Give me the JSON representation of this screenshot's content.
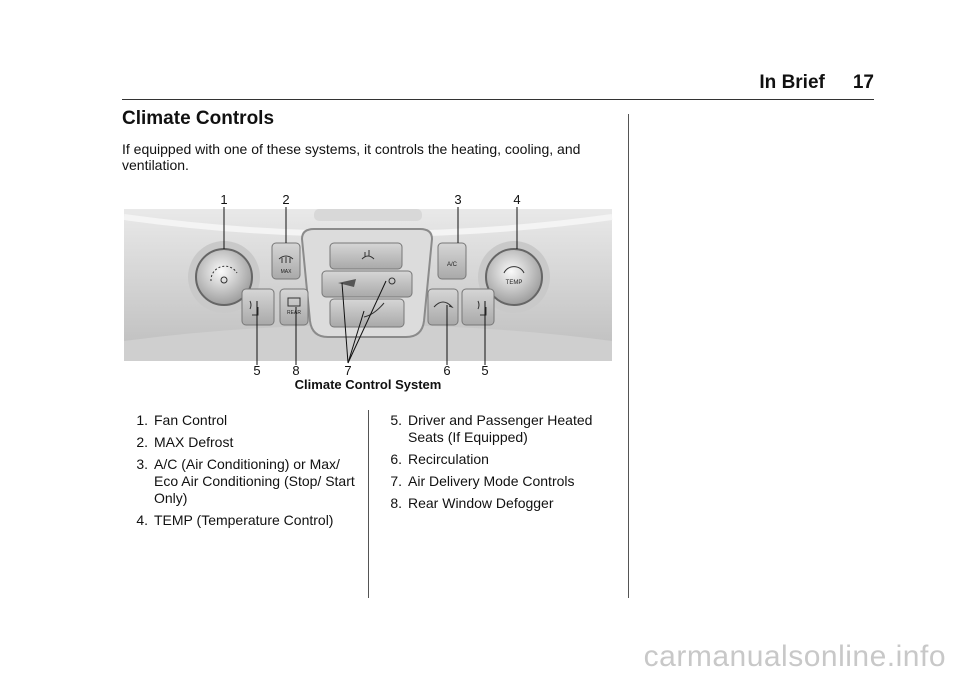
{
  "header": {
    "section": "In Brief",
    "page_number": "17"
  },
  "title": "Climate Controls",
  "intro": "If equipped with one of these systems, it controls the heating, cooling, and ventilation.",
  "figure": {
    "caption": "Climate Control System",
    "callouts_top": [
      "1",
      "2",
      "3",
      "4"
    ],
    "callouts_bottom": [
      "5",
      "8",
      "7",
      "6",
      "5"
    ],
    "button_labels": {
      "max": "MAX",
      "rear": "REAR",
      "ac": "A/C",
      "temp": "TEMP"
    },
    "icons": [
      "fan-icon",
      "max-defrost-icon",
      "rear-defog-icon",
      "heated-seat-icon",
      "windshield-defrost-icon",
      "vent-mode-icon",
      "recirculation-icon"
    ]
  },
  "list_left": [
    {
      "num": "1.",
      "text": "Fan Control"
    },
    {
      "num": "2.",
      "text": "MAX Defrost"
    },
    {
      "num": "3.",
      "text": "A/C (Air Conditioning) or Max/ Eco Air Conditioning (Stop/ Start Only)"
    },
    {
      "num": "4.",
      "text": "TEMP (Temperature Control)"
    }
  ],
  "list_right": [
    {
      "num": "5.",
      "text": "Driver and Passenger Heated Seats (If Equipped)"
    },
    {
      "num": "6.",
      "text": "Recirculation"
    },
    {
      "num": "7.",
      "text": "Air Delivery Mode Controls"
    },
    {
      "num": "8.",
      "text": "Rear Window Defogger"
    }
  ],
  "watermark": "carmanualsonline.info"
}
